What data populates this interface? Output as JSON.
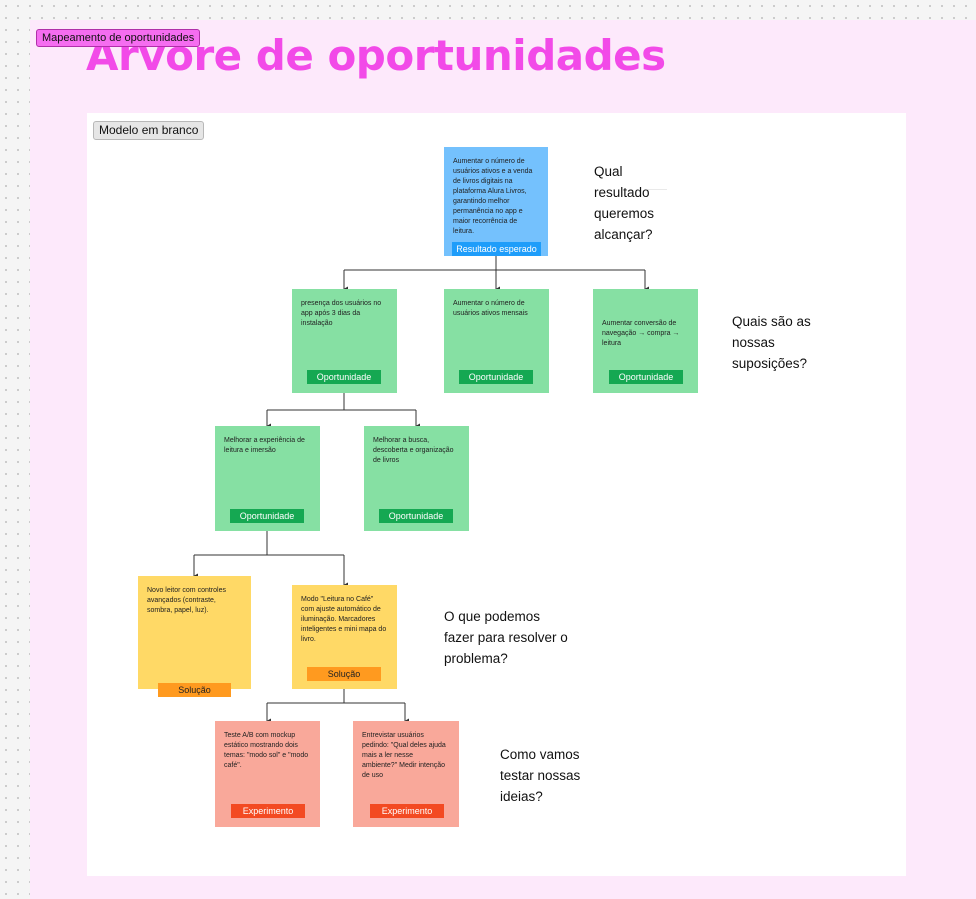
{
  "section": {
    "label": "Mapeamento de oportunidades",
    "title": "Árvore de oportunidades"
  },
  "frame": {
    "label": "Modelo em branco"
  },
  "result": {
    "text": "Aumentar o número de usuários ativos e a venda de livros digitais na plataforma Alura Livros, garantindo melhor permanência no app e maior recorrência de leitura.",
    "tag": "Resultado esperado"
  },
  "opportunities": [
    {
      "text": "presença dos usuários no app após 3 dias da instalação",
      "tag": "Oportunidade"
    },
    {
      "text": "Aumentar o número de usuários ativos mensais",
      "tag": "Oportunidade"
    },
    {
      "text": "Aumentar conversão de navegação → compra → leitura",
      "tag": "Oportunidade"
    },
    {
      "text": "Melhorar a experiência de leitura e imersão",
      "tag": "Oportunidade"
    },
    {
      "text": "Melhorar a busca, descoberta e organização de livros",
      "tag": "Oportunidade"
    }
  ],
  "solutions": [
    {
      "text": "Novo leitor com controles avançados (contraste, sombra, papel, luz).",
      "tag": "Solução"
    },
    {
      "text": "Modo \"Leitura no Café\" com ajuste automático de iluminação. Marcadores inteligentes e mini mapa do livro.",
      "tag": "Solução"
    }
  ],
  "experiments": [
    {
      "text": "Teste A/B com mockup estático mostrando dois temas: \"modo sol\" e \"modo café\".",
      "tag": "Experimento"
    },
    {
      "text": "Entrevistar usuários pedindo: \"Qual deles ajuda mais a ler nesse ambiente?\" Medir intenção de uso",
      "tag": "Experimento"
    }
  ],
  "questions": {
    "q1": "Qual\nresultado\nqueremos\nalcançar?",
    "q2": "Quais são as\nnossas\nsuposições?",
    "q3": "O que podemos\nfazer para resolver o\nproblema?",
    "q4": "Como vamos\ntestar nossas\nideias?"
  },
  "tiny_note": "——————————",
  "colors": {
    "section_bg": "#fde9fb",
    "title_pink": "#f24ae8",
    "sticky_green": "#86e0a3",
    "sticky_blue": "#74c1fd",
    "sticky_yellow": "#ffd966",
    "sticky_salmon": "#f9a89a",
    "tag_blue": "#1e9dfa",
    "tag_green": "#15a852",
    "tag_orange": "#ff9a1f",
    "tag_red": "#f34a22"
  }
}
